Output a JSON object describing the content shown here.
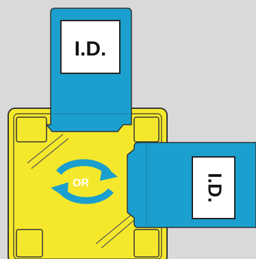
{
  "colors": {
    "background": "#d9d9d9",
    "card_blue": "#1a9fce",
    "reader_yellow": "#f5e82c",
    "outline": "#333333"
  },
  "labels": {
    "card_top_id": "I.D.",
    "card_right_id": "I.D.",
    "center_or": "OR"
  },
  "icons": {
    "center": "rotate-arrows-icon"
  }
}
